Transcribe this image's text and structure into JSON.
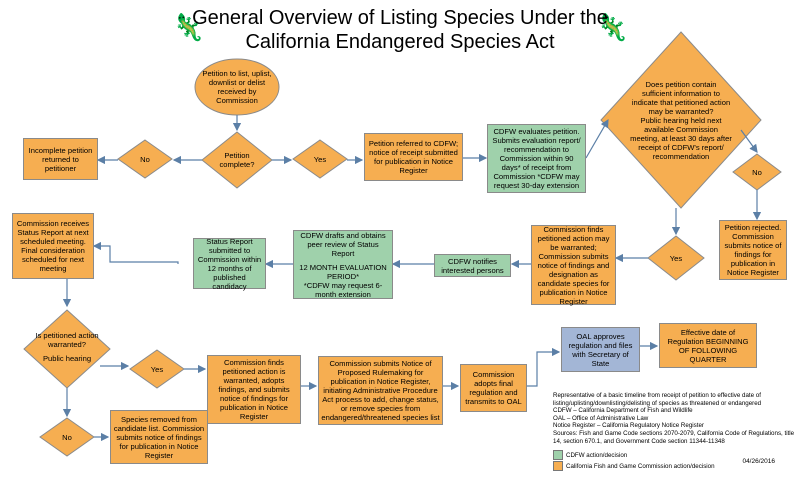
{
  "title": {
    "line1": "General Overview of Listing Species Under the",
    "line2": "California Endangered Species Act"
  },
  "icons": {
    "left": "lizard-icon",
    "right": "lizard-icon"
  },
  "colors": {
    "orange": "#f6ae51",
    "green": "#9fd1ab",
    "blue": "#a3b6d6",
    "line": "#5b7fa6"
  },
  "nodes": {
    "petition": "Petition to list, uplist, downlist or delist received by Commission",
    "petition_complete": "Petition complete?",
    "no1": "No",
    "incomplete": "Incomplete petition returned to petitioner",
    "yes1": "Yes",
    "referred": "Petition referred to CDFW; notice of receipt submitted for publication in Notice Register",
    "cdfw_evaluates": "CDFW evaluates petition. Submits evaluation report/ recommendation to Commission within 90 days* of receipt from Commission *CDFW may request 30-day extension",
    "does_petition": "Does petition contain sufficient information to indicate that petitioned action may be warranted?",
    "hearing_note": "Public hearing held next available Commission meeting, at least 30 days after receipt of CDFW's report/ recommendation",
    "no2": "No",
    "rejected": "Petition rejected. Commission submits notice of findings for publication in Notice Register",
    "yes2": "Yes",
    "commission_finds": "Commission finds petitioned action may be warranted; Commission submits notice of findings and designation as candidate species for publication in Notice Register",
    "cdfw_notifies": "CDFW notifies interested persons",
    "cdfw_drafts": "CDFW drafts and obtains peer review of Status Report",
    "twelve_month": "12 MONTH EVALUATION PERIOD*",
    "six_month": "*CDFW may request 6-month extension",
    "status_report": "Status Report submitted to Commission within 12 months of published candidacy",
    "commission_receives": "Commission receives Status Report at next scheduled meeting. Final consideration scheduled for next meeting",
    "is_warranted": "Is petitioned action warranted?",
    "public_hearing": "Public hearing",
    "yes3": "Yes",
    "no3": "No",
    "removed": "Species removed from candidate list. Commission submits notice of findings for publication in Notice Register",
    "commission_finds_warranted": "Commission finds petitioned action is warranted, adopts findings, and submits notice of findings for publication in Notice Register",
    "rulemaking": "Commission submits Notice of Proposed Rulemaking for publication in Notice Register, initiating Administrative Procedure Act process to add, change status, or remove species from endangered/threatened species list",
    "adopts": "Commission adopts final regulation and transmits to OAL",
    "oal": "OAL approves regulation and files with Secretary of State",
    "effective": "Effective date of Regulation BEGINNING OF FOLLOWING QUARTER"
  },
  "legend": {
    "note1": "Representative of a basic timeline from receipt of petition to effective date of listing/uplisting/downlisting/delisting of species as threatened or endangered",
    "note2": "CDFW – California Department of Fish and Wildlife",
    "note3": "OAL – Office of Administrative Law",
    "note4": "Notice Register – California Regulatory Notice Register",
    "note5": "Sources:  Fish and Game Code sections 2070-2079, California Code of Regulations, title 14, section 670.1, and Government Code section 11344-11348",
    "green_label": "CDFW action/decision",
    "orange_label": "California Fish and Game Commission action/decision"
  },
  "date": "04/26/2016"
}
